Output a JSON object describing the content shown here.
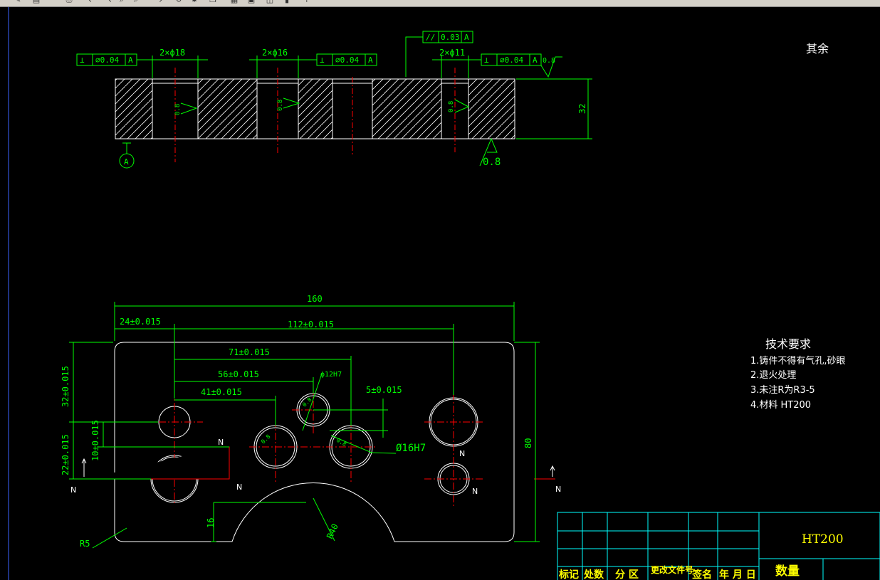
{
  "toolbar": {
    "buttons": [
      {
        "name": "new-icon",
        "glyph": "✎"
      },
      {
        "name": "open-icon",
        "glyph": "▤"
      },
      {
        "name": "print-icon",
        "glyph": "⎙"
      },
      {
        "name": "pan-icon",
        "glyph": "↖"
      },
      {
        "name": "select-icon",
        "glyph": "↖"
      },
      {
        "name": "zoom-window-icon",
        "glyph": "⌕"
      },
      {
        "name": "zoom-icon",
        "glyph": "⌕"
      },
      {
        "name": "realtime-icon",
        "glyph": "↗"
      },
      {
        "name": "regen-icon",
        "glyph": "↻"
      },
      {
        "name": "light-icon",
        "glyph": "✸"
      },
      {
        "name": "copy-icon",
        "glyph": "❐"
      },
      {
        "name": "paste-icon",
        "glyph": "▦"
      },
      {
        "name": "properties-icon",
        "glyph": "▣"
      },
      {
        "name": "layer-icon",
        "glyph": "◫"
      },
      {
        "name": "lock-icon",
        "glyph": "▮"
      },
      {
        "name": "help-icon",
        "glyph": "?"
      }
    ]
  },
  "section_view": {
    "tolerance_frames": [
      {
        "symbol": "⊥",
        "value": "∅0.04",
        "datum": "A"
      },
      {
        "symbol": "⊥",
        "value": "∅0.04",
        "datum": "A"
      },
      {
        "symbol": "⊥",
        "value": "∅0.04",
        "datum": "A"
      },
      {
        "symbol": "//",
        "value": "0.03",
        "datum": "A"
      }
    ],
    "hole_labels": [
      "2×ϕ18",
      "2×ϕ16",
      "2×ϕ11"
    ],
    "thickness": "32",
    "datum_label": "A",
    "roughness_top": "0.8",
    "roughness_side": "0.8",
    "roughness_holes": [
      "0.8",
      "0.8",
      "0.8"
    ]
  },
  "remaining_note": "其余",
  "plan_view": {
    "dims": {
      "overall_length": "160",
      "d24": "24±0.015",
      "d112": "112±0.015",
      "d71": "71±0.015",
      "d56": "56±0.015",
      "d41": "41±0.015",
      "d5": "5±0.015",
      "d32v": "32±0.015",
      "d22v": "22±0.015",
      "d10v": "10±0.015",
      "height": "80",
      "d16": "16",
      "r40": "R40",
      "r5": "R5",
      "hole12": "ϕ12H7",
      "hole16": "Ø16H7"
    },
    "n_labels": [
      "N",
      "N",
      "N",
      "N",
      "N",
      "N"
    ],
    "hole_roughness": [
      "0.8",
      "0.8",
      "0.8"
    ]
  },
  "tech_requirements": {
    "title": "技术要求",
    "items": [
      "1.铸件不得有气孔,砂眼",
      "2.退火处理",
      "3.未注R为R3-5",
      "4.材料 HT200"
    ]
  },
  "title_block": {
    "material": "HT200",
    "headers": [
      "标记",
      "处数",
      "分 区",
      "更改文件号",
      "签名",
      "年 月 日"
    ],
    "quantity": "数量"
  },
  "colors": {
    "background": "#000000",
    "outline": "#ffffff",
    "dimension": "#00ff00",
    "centerline": "#ff0000",
    "title_block": "#00ffff",
    "material": "#ffff00"
  }
}
